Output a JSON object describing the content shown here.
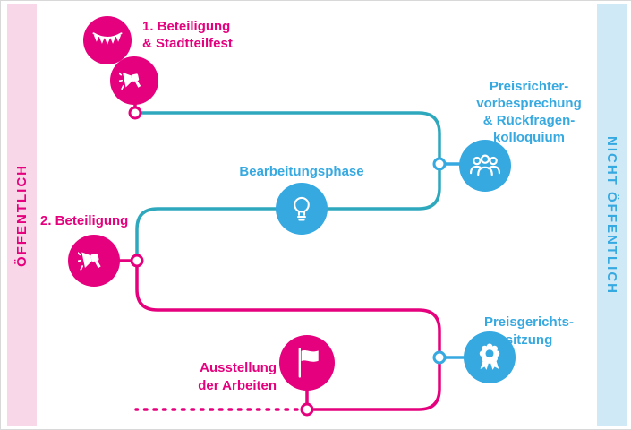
{
  "bands": {
    "left": {
      "label": "ÖFFENTLICH",
      "color": "#e5007d",
      "bg": "#f8d7e8"
    },
    "right": {
      "label": "NICHT ÖFFENTLICH",
      "color": "#36a9e1",
      "bg": "#cfe9f7"
    }
  },
  "steps": {
    "beteiligung1": {
      "lines": [
        "1. Beteiligung",
        "& Stadtteilfest"
      ],
      "color": "#e5007d",
      "icons": [
        "bunting-icon",
        "megaphone-icon"
      ]
    },
    "preisrichter": {
      "lines": [
        "Preisrichter-",
        "vorbesprechung",
        "& Rückfragen-",
        "kolloquium"
      ],
      "color": "#36a9e1",
      "icon": "jury-people-icon"
    },
    "bearbeitung": {
      "lines": [
        "Bearbeitungsphase"
      ],
      "color": "#36a9e1",
      "icon": "lightbulb-icon"
    },
    "beteiligung2": {
      "lines": [
        "2. Beteiligung"
      ],
      "color": "#e5007d",
      "icon": "megaphone-icon"
    },
    "preisgericht": {
      "lines": [
        "Preisgerichts-",
        "sitzung"
      ],
      "color": "#36a9e1",
      "icon": "medal-icon"
    },
    "ausstellung": {
      "lines": [
        "Ausstellung",
        "der Arbeiten"
      ],
      "color": "#e5007d",
      "icon": "flag-icon"
    }
  },
  "flow_order": [
    "beteiligung1",
    "preisrichter",
    "bearbeitung",
    "beteiligung2",
    "preisgericht",
    "ausstellung"
  ],
  "colors": {
    "pink": "#e5007d",
    "blue": "#36a9e1",
    "teal_line": "#2ea8bd",
    "pink_line": "#e5007d",
    "band_pink_bg": "#f8d7e8",
    "band_blue_bg": "#cfe9f7"
  }
}
